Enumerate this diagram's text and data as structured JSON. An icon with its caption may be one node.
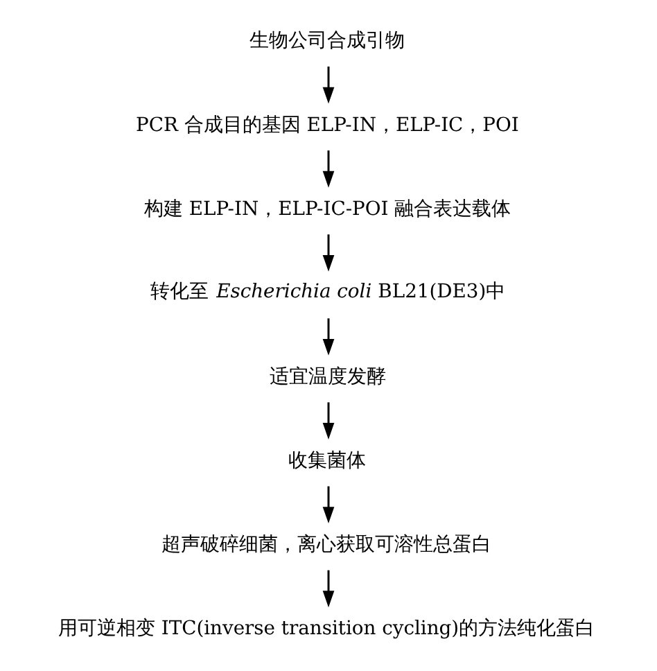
{
  "diagram": {
    "nodes": [
      {
        "text": [
          "生物公司合成引物"
        ]
      },
      {
        "text": [
          "PCR 合成目的基因 ELP-IN，ELP-IC，POI"
        ]
      },
      {
        "text": [
          "构建 ELP-IN，ELP-IC-POI 融合表达载体"
        ]
      },
      {
        "text": [
          "转化至 *Escherichia coli* BL21(DE3)中"
        ]
      },
      {
        "text": [
          "适宜温度发酵"
        ]
      },
      {
        "text": [
          "收集菌体"
        ]
      },
      {
        "text": [
          "超声破碎细菌，离心获取可溶性总蛋白"
        ]
      },
      {
        "text": [
          "用可逆相变 ITC(inverse transition cycling)的方法纯化蛋白"
        ]
      }
    ],
    "edges": [
      {
        "from": 0,
        "to": 1,
        "arrow": "to"
      },
      {
        "from": 1,
        "to": 2,
        "arrow": "to"
      },
      {
        "from": 2,
        "to": 3,
        "arrow": "to"
      },
      {
        "from": 3,
        "to": 4,
        "arrow": "to"
      },
      {
        "from": 4,
        "to": 5,
        "arrow": "to"
      },
      {
        "from": 5,
        "to": 6,
        "arrow": "to"
      },
      {
        "from": 6,
        "to": 7,
        "arrow": "to"
      }
    ]
  }
}
